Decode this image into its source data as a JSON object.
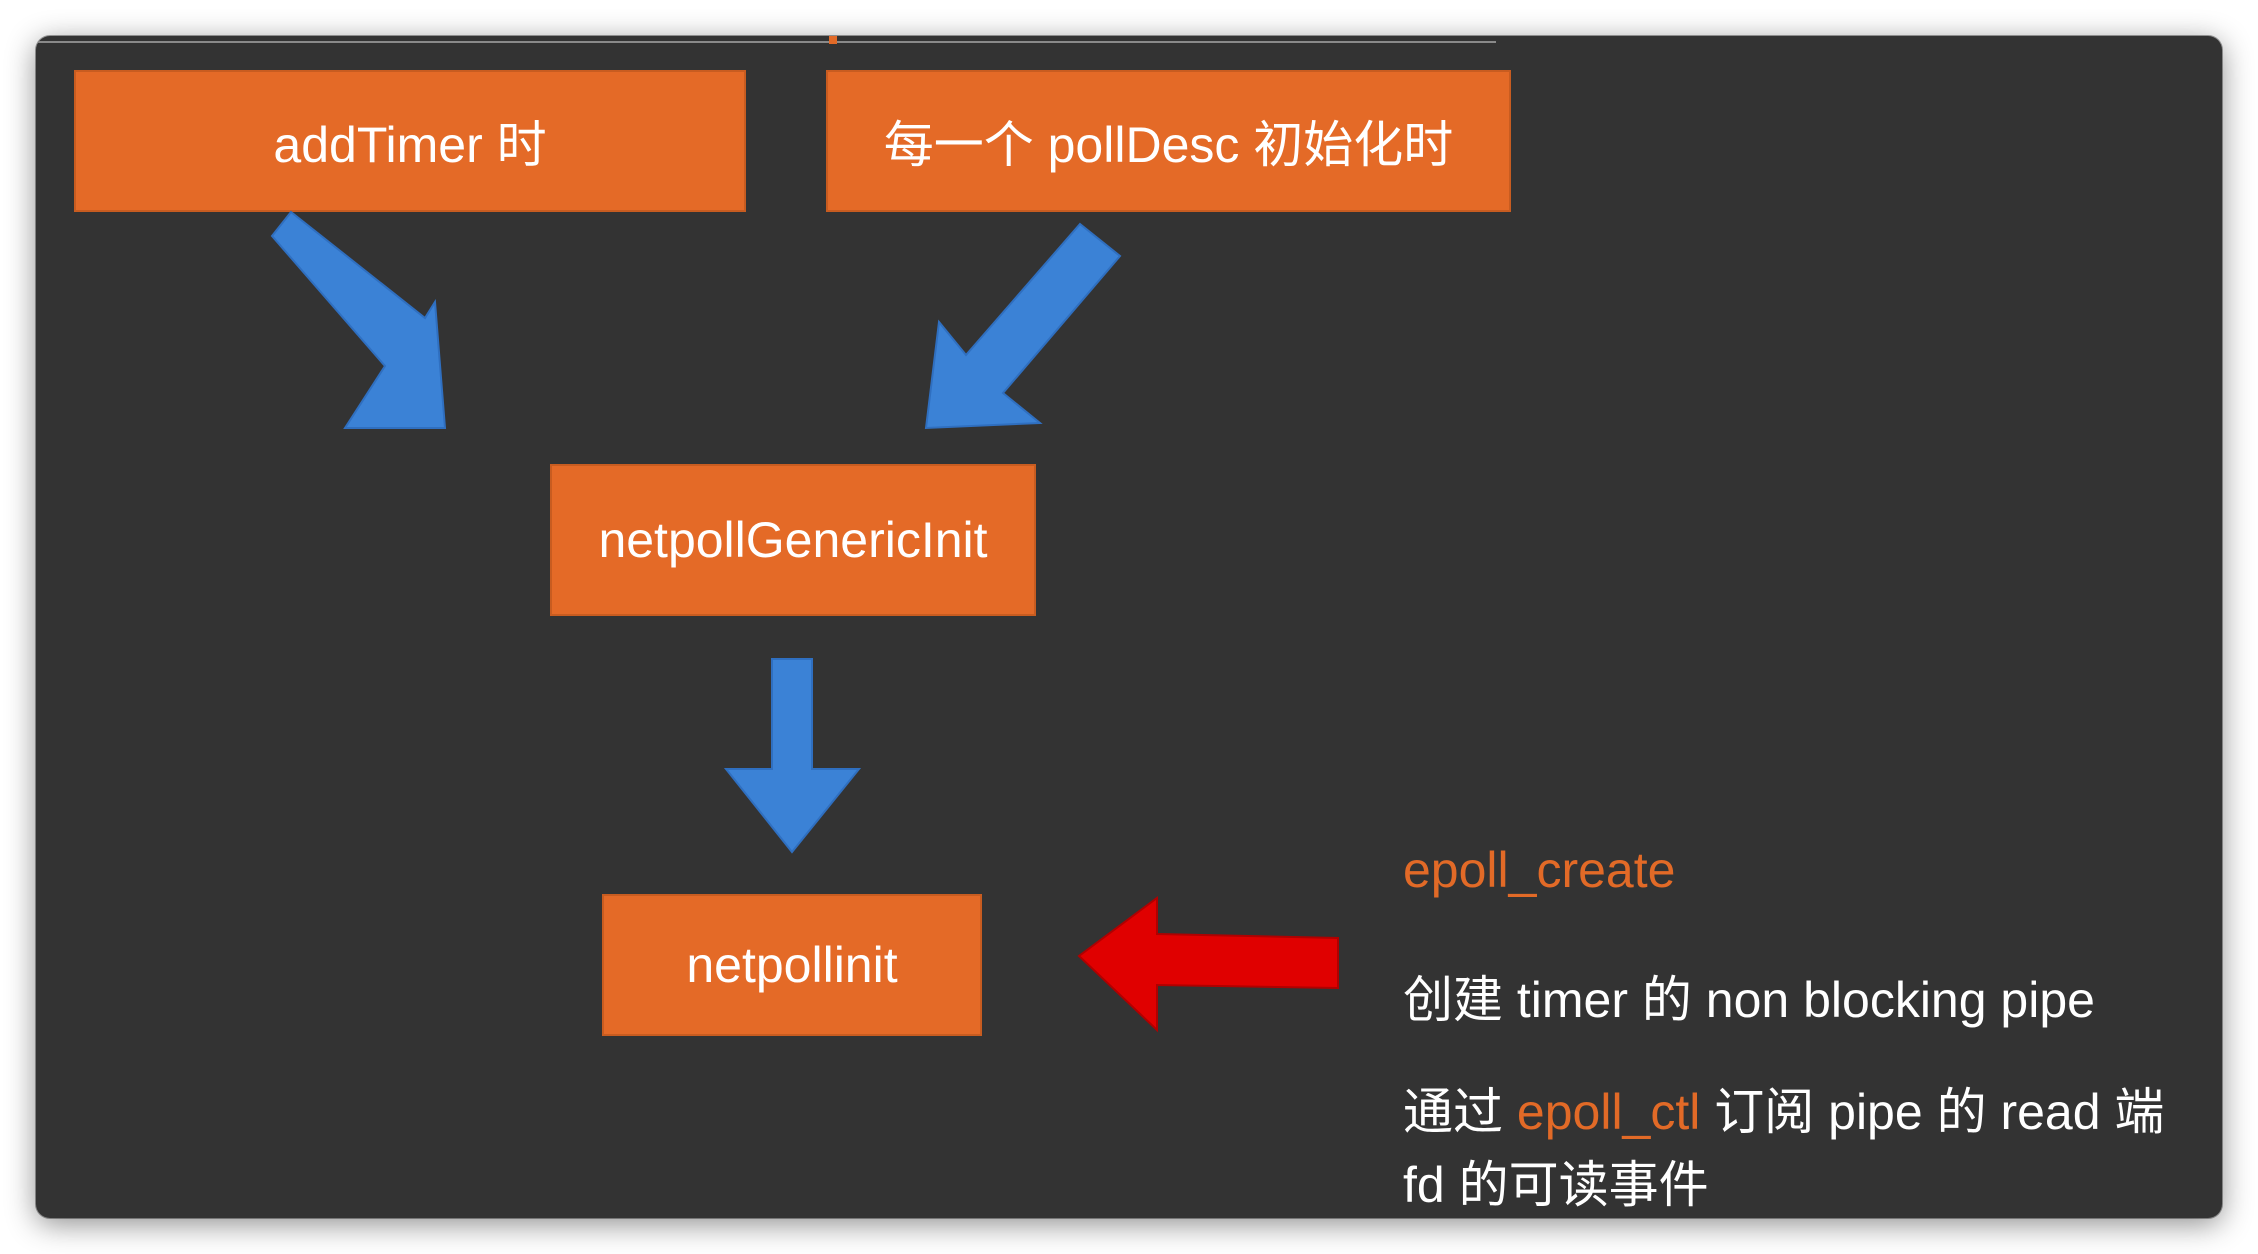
{
  "boxes": {
    "add_timer": "addTimer 时",
    "poll_desc": "每一个 pollDesc 初始化时",
    "generic_init": "netpollGenericInit",
    "netpoll_init": "netpollinit"
  },
  "notes": {
    "epoll_create": "epoll_create",
    "create_pipe": "创建 timer 的 non blocking pipe",
    "subscribe_prefix": "通过 ",
    "subscribe_fn": "epoll_ctl",
    "subscribe_suffix": " 订阅 pipe 的 read 端",
    "subscribe_line2": "fd 的可读事件"
  },
  "colors": {
    "background": "#333333",
    "box_fill": "#e46a27",
    "flow_arrow": "#3b82d6",
    "pointer_arrow": "#e00000",
    "highlight_text": "#e26a27",
    "text": "#ffffff"
  },
  "icons": {
    "flow_arrow": "blue-arrow",
    "pointer_arrow": "red-left-arrow"
  }
}
